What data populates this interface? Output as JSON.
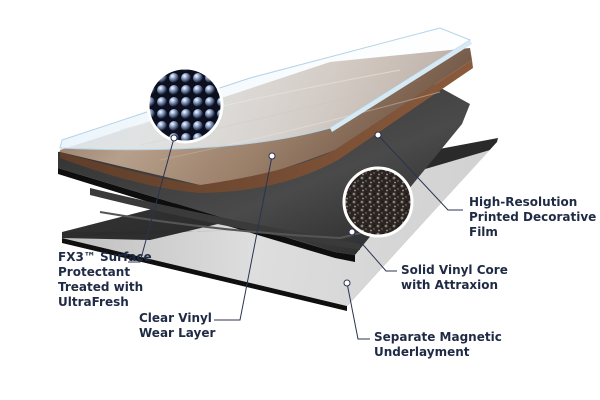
{
  "labels": {
    "fx3": [
      "FX3™ Surface",
      "Protectant",
      "Treated with",
      "UltraFresh"
    ],
    "clear_wear": [
      "Clear Vinyl",
      "Wear Layer"
    ],
    "film": [
      "High-Resolution",
      "Printed Decorative",
      "Film"
    ],
    "core": [
      "Solid Vinyl Core",
      "with Attraxion"
    ],
    "underlayment": [
      "Separate Magnetic",
      "Underlayment"
    ]
  },
  "colors": {
    "label_text": "#1f2a44",
    "leader_line": "#2b3350",
    "wood": "#a88c74",
    "core": "#1c1c1c",
    "underlayment": "#2a2a2a",
    "clear_layer": "#cfe6f4"
  }
}
